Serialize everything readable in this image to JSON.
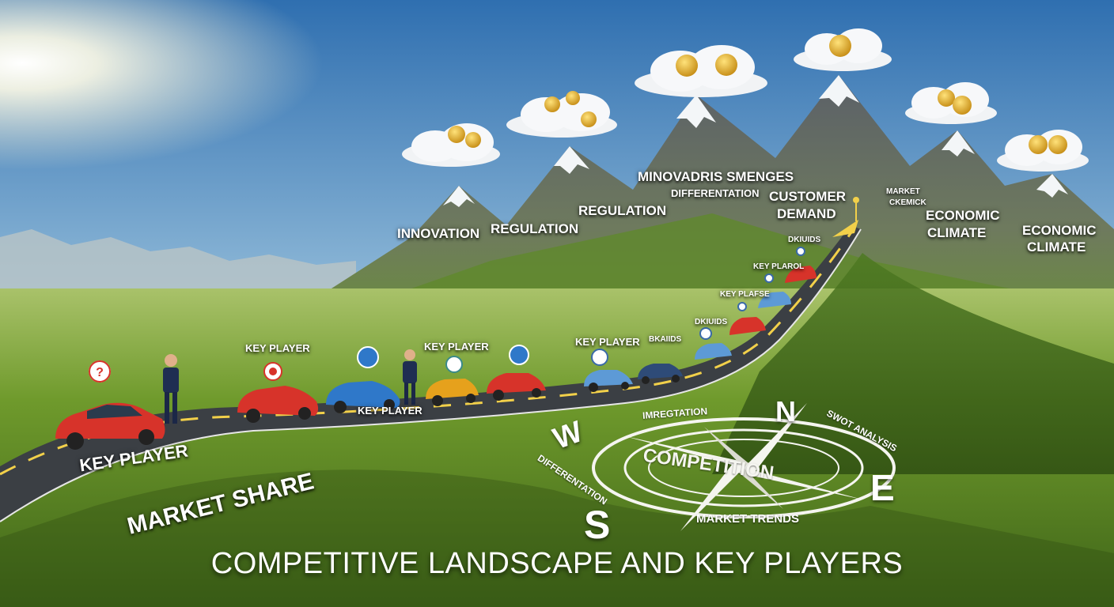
{
  "title": "COMPETITIVE LANDSCAPE AND KEY PLAYERS",
  "mountain_labels": {
    "innovation": "INNOVATION",
    "regulation_1": "REGULATION",
    "regulation_2": "REGULATION",
    "minovadris": "MINOVADRIS SMENGES",
    "differentation": "DIFFERENTATION",
    "customer_demand_1": "CUSTOMER",
    "customer_demand_2": "DEMAND",
    "market_ckemick_1": "MARKET",
    "market_ckemick_2": "CKEMICK",
    "economic_climate_a1": "ECONOMIC",
    "economic_climate_a2": "CLIMATE",
    "economic_climate_b1": "ECONOMIC",
    "economic_climate_b2": "CLIMATE"
  },
  "road_labels": {
    "key_player_front": "KEY PLAYER",
    "key_player_2": "KEY PLAYER",
    "key_player_3": "KEY PLAYER",
    "key_player_4": "KEY PLAYER",
    "key_player_5": "KEY PLAYER",
    "key_plarol": "KEY PLAROL",
    "key_plafse": "KEY PLAFSE",
    "dkiuids_1": "DKIUIDS",
    "dkiuids_2": "DKIUIDS",
    "bkaiids": "BKAIIDS",
    "market_share": "MARKET SHARE"
  },
  "compass": {
    "center": "COMPETITION",
    "north": "N",
    "south": "S",
    "east": "E",
    "west": "W",
    "ring_top": "IMREGTATION",
    "ring_right": "SWOT ANALYSIS",
    "ring_left": "DIFFERENTATION",
    "ring_bottom": "MARKET TRENDS"
  },
  "colors": {
    "sky_top": "#2f6fb0",
    "sky_horizon": "#d8e6ea",
    "grass": "#5f8a26",
    "road": "#3b3f44",
    "coin": "#e8b923"
  }
}
